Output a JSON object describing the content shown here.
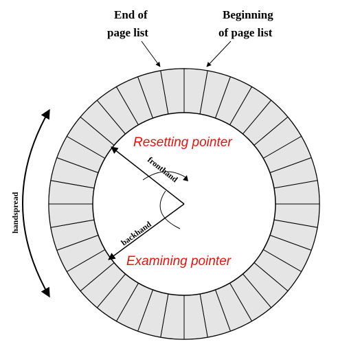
{
  "labels": {
    "end_line1": "End of",
    "end_line2": "page list",
    "begin_line1": "Beginning",
    "begin_line2": "of page list",
    "resetting": "Resetting pointer",
    "examining": "Examining pointer",
    "fronthand": "fronthand",
    "backhand": "backhand",
    "handspread": "handspread"
  },
  "ring": {
    "segments": 36
  },
  "colors": {
    "segment_fill": "#e5e5e5",
    "stroke": "#000000",
    "accent": "#e8120c"
  }
}
